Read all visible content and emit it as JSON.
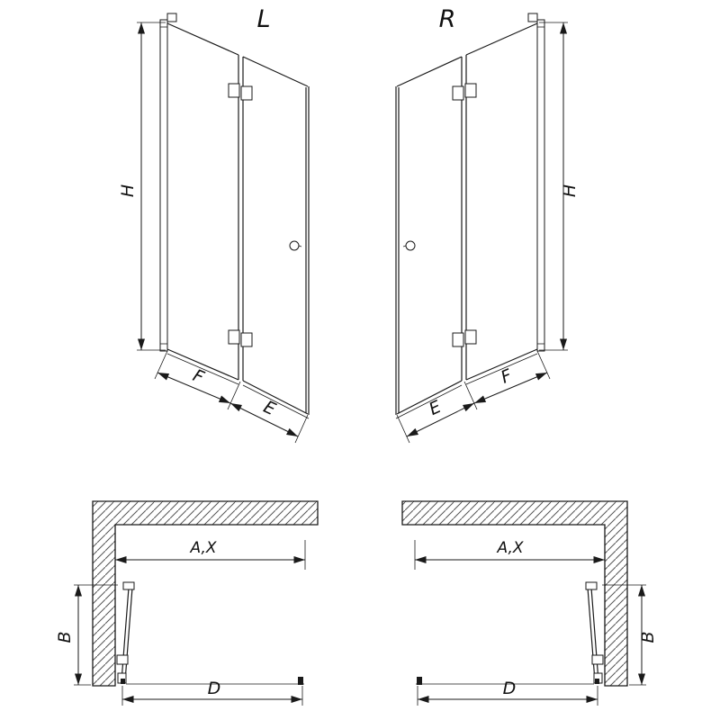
{
  "diagram": {
    "left_view": {
      "label": "L",
      "height_label": "H",
      "panel_f_label": "F",
      "panel_e_label": "E"
    },
    "right_view": {
      "label": "R",
      "height_label": "H",
      "panel_f_label": "F",
      "panel_e_label": "E"
    },
    "left_plan": {
      "opening_label": "A,X",
      "depth_label": "B",
      "width_label": "D"
    },
    "right_plan": {
      "opening_label": "A,X",
      "depth_label": "B",
      "width_label": "D"
    },
    "colors": {
      "line": "#1a1a1a",
      "hatch": "#555555",
      "background": "#ffffff"
    }
  }
}
